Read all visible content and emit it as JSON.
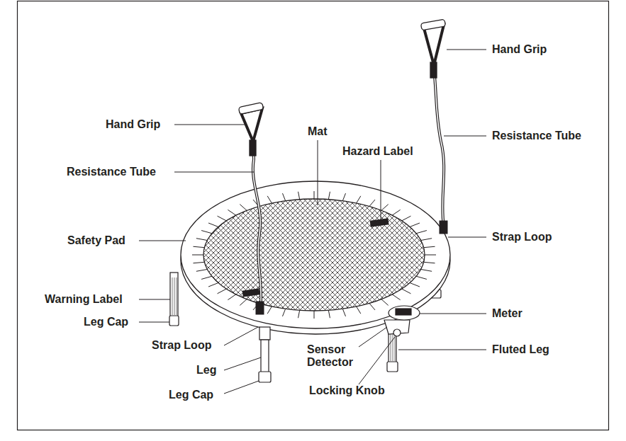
{
  "diagram": {
    "labels": [
      "Hand Grip",
      "Hand Grip",
      "Mat",
      "Resistance Tube",
      "Hazard Label",
      "Resistance Tube",
      "Strap Loop",
      "Safety Pad",
      "Warning Label",
      "Meter",
      "Leg Cap",
      "Strap Loop",
      "Sensor Detector",
      "Fluted Leg",
      "Leg",
      "Locking Knob",
      "Leg Cap"
    ]
  }
}
